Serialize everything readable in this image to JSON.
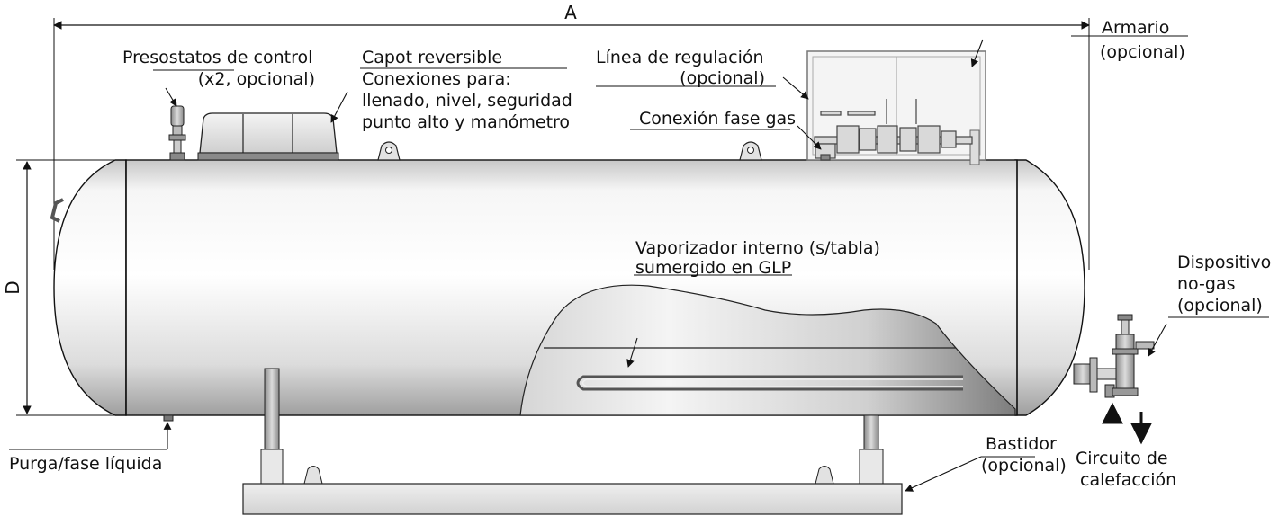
{
  "dimensions": {
    "length": "A",
    "diameter": "D"
  },
  "labels": {
    "presostatos": [
      "Presostatos de control",
      "(x2, opcional)"
    ],
    "capot": [
      "Capot reversible",
      "Conexiones para:",
      "llenado, nivel, seguridad",
      "punto alto y manómetro"
    ],
    "linea": [
      "Línea de regulación",
      "(opcional)"
    ],
    "conexion_gas": "Conexión fase gas",
    "armario": [
      "Armario",
      "(opcional)"
    ],
    "vaporizador": [
      "Vaporizador interno (s/tabla)",
      "sumergido en GLP"
    ],
    "dispositivo": [
      "Dispositivo",
      "no-gas",
      "(opcional)"
    ],
    "purga": "Purga/fase líquida",
    "bastidor": [
      "Bastidor",
      "(opcional)"
    ],
    "circuito": [
      "Circuito de",
      "calefacción"
    ]
  },
  "colors": {
    "line": "#1a1a1a",
    "tank_light": "#f3f3f3",
    "tank_dark": "#a9a9a9",
    "cutaway": "#e6e6e6"
  }
}
